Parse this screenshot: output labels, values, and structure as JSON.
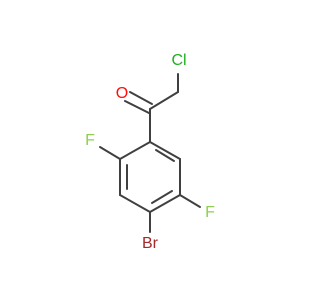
{
  "molecule": {
    "atoms": {
      "oxygen": "O",
      "chlorine": "Cl",
      "fluorine_top": "F",
      "fluorine_bottom": "F",
      "bromine": "Br"
    },
    "colors": {
      "oxygen": "#ff0d0d",
      "chlorine": "#1fb01f",
      "fluorine": "#8fcf4f",
      "bromine": "#a62929",
      "bond": "#404040"
    }
  }
}
